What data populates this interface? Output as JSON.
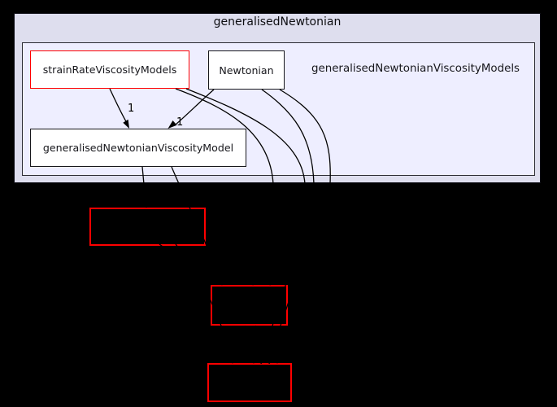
{
  "graph": {
    "outer_cluster": {
      "label": "generalisedNewtonian"
    },
    "inner_cluster": {
      "label": "generalisedNewtonianViscosityModels"
    },
    "nodes": {
      "strain_rate": {
        "label": "strainRateViscosityModels",
        "border_color": "#ff0000"
      },
      "newtonian": {
        "label": "Newtonian",
        "border_color": "#000000"
      },
      "gnvm": {
        "label": "generalisedNewtonianViscosityModel",
        "border_color": "#000000"
      }
    },
    "edges": {
      "strain_rate_to_gnvm": {
        "label": "1"
      },
      "newtonian_to_gnvm": {
        "label": "1"
      }
    },
    "truncated_nodes": [
      {
        "label": ""
      },
      {
        "label": ""
      },
      {
        "label": ""
      }
    ],
    "colors": {
      "page_background": "#000000",
      "outer_cluster_fill": "#dedeee",
      "inner_cluster_fill": "#eeeeff",
      "node_fill": "#ffffff",
      "highlight_border": "#ff0000",
      "edge": "#000000",
      "cluster_border": "#000000"
    }
  }
}
